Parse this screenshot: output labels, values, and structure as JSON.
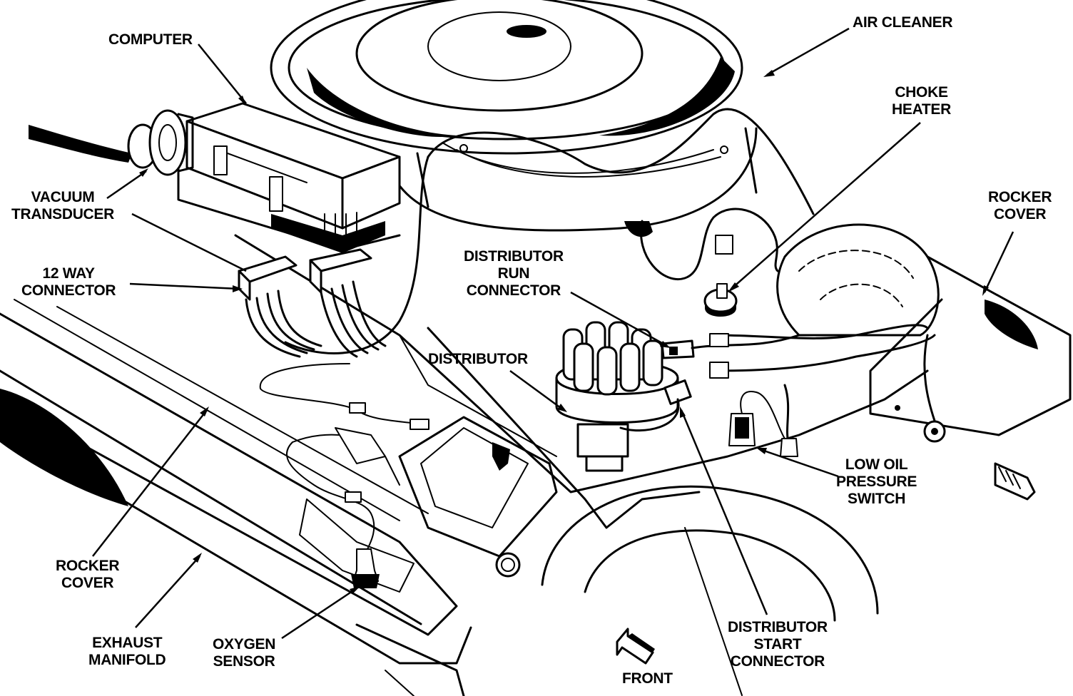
{
  "labels": {
    "computer": "COMPUTER",
    "air_cleaner": "AIR CLEANER",
    "choke_heater": [
      "CHOKE",
      "HEATER"
    ],
    "vacuum_transducer": [
      "VACUUM",
      "TRANSDUCER"
    ],
    "rocker_cover_right": [
      "ROCKER",
      "COVER"
    ],
    "twelve_way_connector": [
      "12 WAY",
      "CONNECTOR"
    ],
    "distributor_run_connector": [
      "DISTRIBUTOR",
      "RUN",
      "CONNECTOR"
    ],
    "distributor": "DISTRIBUTOR",
    "low_oil_pressure_switch": [
      "LOW OIL",
      "PRESSURE",
      "SWITCH"
    ],
    "rocker_cover_left": [
      "ROCKER",
      "COVER"
    ],
    "exhaust_manifold": [
      "EXHAUST",
      "MANIFOLD"
    ],
    "oxygen_sensor": [
      "OXYGEN",
      "SENSOR"
    ],
    "front": "FRONT",
    "distributor_start_connector": [
      "DISTRIBUTOR",
      "START",
      "CONNECTOR"
    ]
  }
}
